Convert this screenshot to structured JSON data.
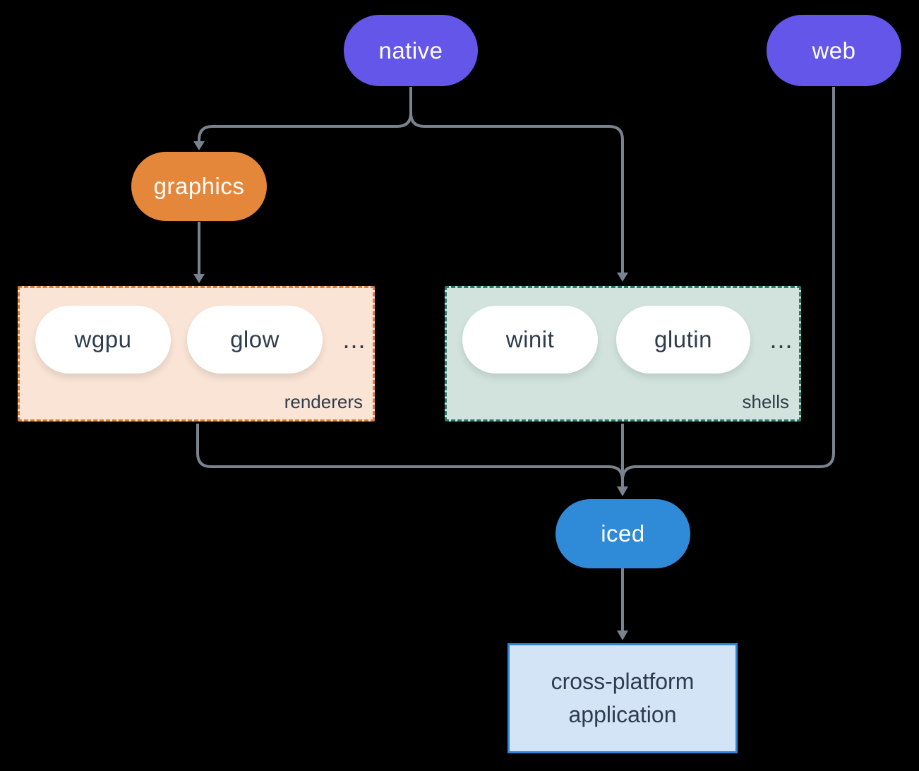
{
  "nodes": {
    "native": "native",
    "web": "web",
    "graphics": "graphics",
    "iced": "iced",
    "application": {
      "line1": "cross-platform",
      "line2": "application"
    }
  },
  "groups": {
    "renderers": {
      "label": "renderers",
      "items": [
        "wgpu",
        "glow"
      ],
      "ellipsis": "..."
    },
    "shells": {
      "label": "shells",
      "items": [
        "winit",
        "glutin"
      ],
      "ellipsis": "..."
    }
  },
  "colors": {
    "background": "#000000",
    "purple_pill": "#6356e8",
    "orange_pill": "#e5873a",
    "blue_pill": "#2f8ad8",
    "white_pill": "#ffffff",
    "renderers_bg": "#fae4d6",
    "renderers_border": "#df7e2e",
    "shells_bg": "#d1e3dc",
    "shells_border": "#2a7a6b",
    "app_box_bg": "#d4e4f7",
    "app_box_border": "#2f86d8",
    "dark_text": "#2e3c4c",
    "connector_line": "#78838f"
  }
}
